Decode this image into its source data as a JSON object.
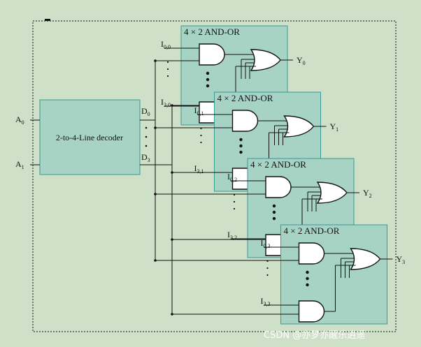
{
  "diagram": {
    "decoder_label": "2-to-4-Line decoder",
    "decoder_inputs": [
      {
        "main": "A",
        "sub": "0"
      },
      {
        "main": "A",
        "sub": "1"
      }
    ],
    "decoder_outputs": [
      {
        "main": "D",
        "sub": "0"
      },
      {
        "main": "D",
        "sub": "3"
      }
    ],
    "modules": [
      {
        "title": "4 × 2 AND-OR",
        "output": {
          "main": "Y",
          "sub": "0"
        },
        "input_top": {
          "main": "I",
          "sub": "0,0"
        },
        "input_bottom": {
          "main": "I",
          "sub": "3,0"
        }
      },
      {
        "title": "4 × 2 AND-OR",
        "output": {
          "main": "Y",
          "sub": "1"
        },
        "input_top": {
          "main": "I",
          "sub": "0,1"
        },
        "input_bottom": {
          "main": "I",
          "sub": "3,1"
        }
      },
      {
        "title": "4 × 2 AND-OR",
        "output": {
          "main": "Y",
          "sub": "2"
        },
        "input_top": {
          "main": "I",
          "sub": "0,2"
        },
        "input_bottom": {
          "main": "I",
          "sub": "3,2"
        }
      },
      {
        "title": "4 × 2 AND-OR",
        "output": {
          "main": "Y",
          "sub": "3"
        },
        "input_top": {
          "main": "I",
          "sub": "0,3"
        },
        "input_bottom": {
          "main": "I",
          "sub": "3,3"
        }
      }
    ],
    "watermark": "CSDN @亦梦亦醒乐逍遥",
    "colors": {
      "background": "#cfe0c8",
      "module_fill": "#a6d3c4",
      "module_border": "#3a9a94",
      "decoder_fill": "#a6d3c4",
      "gate_fill": "#ffffff",
      "wire": "#111111"
    }
  }
}
